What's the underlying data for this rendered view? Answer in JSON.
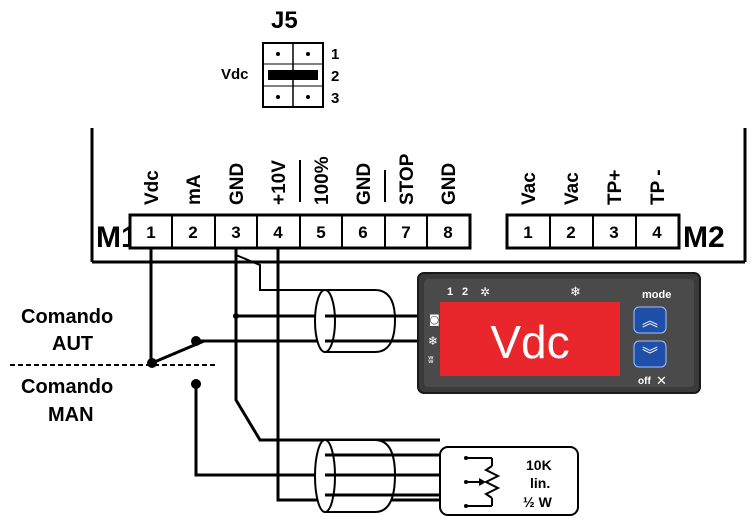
{
  "jumper": {
    "title": "J5",
    "side_label": "Vdc",
    "pins": [
      "1",
      "2",
      "3"
    ]
  },
  "connector_m1": {
    "name": "M1",
    "terminals": [
      {
        "label": "Vdc",
        "number": "1"
      },
      {
        "label": "mA",
        "number": "2"
      },
      {
        "label": "GND",
        "number": "3"
      },
      {
        "label": "+10V",
        "number": "4"
      },
      {
        "label": "100%",
        "number": "5"
      },
      {
        "label": "GND",
        "number": "6"
      },
      {
        "label": "STOP",
        "number": "7"
      },
      {
        "label": "GND",
        "number": "8"
      }
    ]
  },
  "connector_m2": {
    "name": "M2",
    "terminals": [
      {
        "label": "Vac",
        "number": "1"
      },
      {
        "label": "Vac",
        "number": "2"
      },
      {
        "label": "TP+",
        "number": "3"
      },
      {
        "label": "TP -",
        "number": "4"
      }
    ]
  },
  "switch_labels": {
    "aut_line1": "Comando",
    "aut_line2": "AUT",
    "man_line1": "Comando",
    "man_line2": "MAN"
  },
  "controller": {
    "display_text": "Vdc",
    "indicator_1": "1",
    "indicator_2": "2",
    "mode_label": "mode",
    "off_label": "off",
    "display_color": "#e8262b",
    "body_color": "#3a3a3a",
    "button_color": "#1f4fa8"
  },
  "potentiometer": {
    "line1": "10K",
    "line2": "lin.",
    "line3": "½ W"
  }
}
